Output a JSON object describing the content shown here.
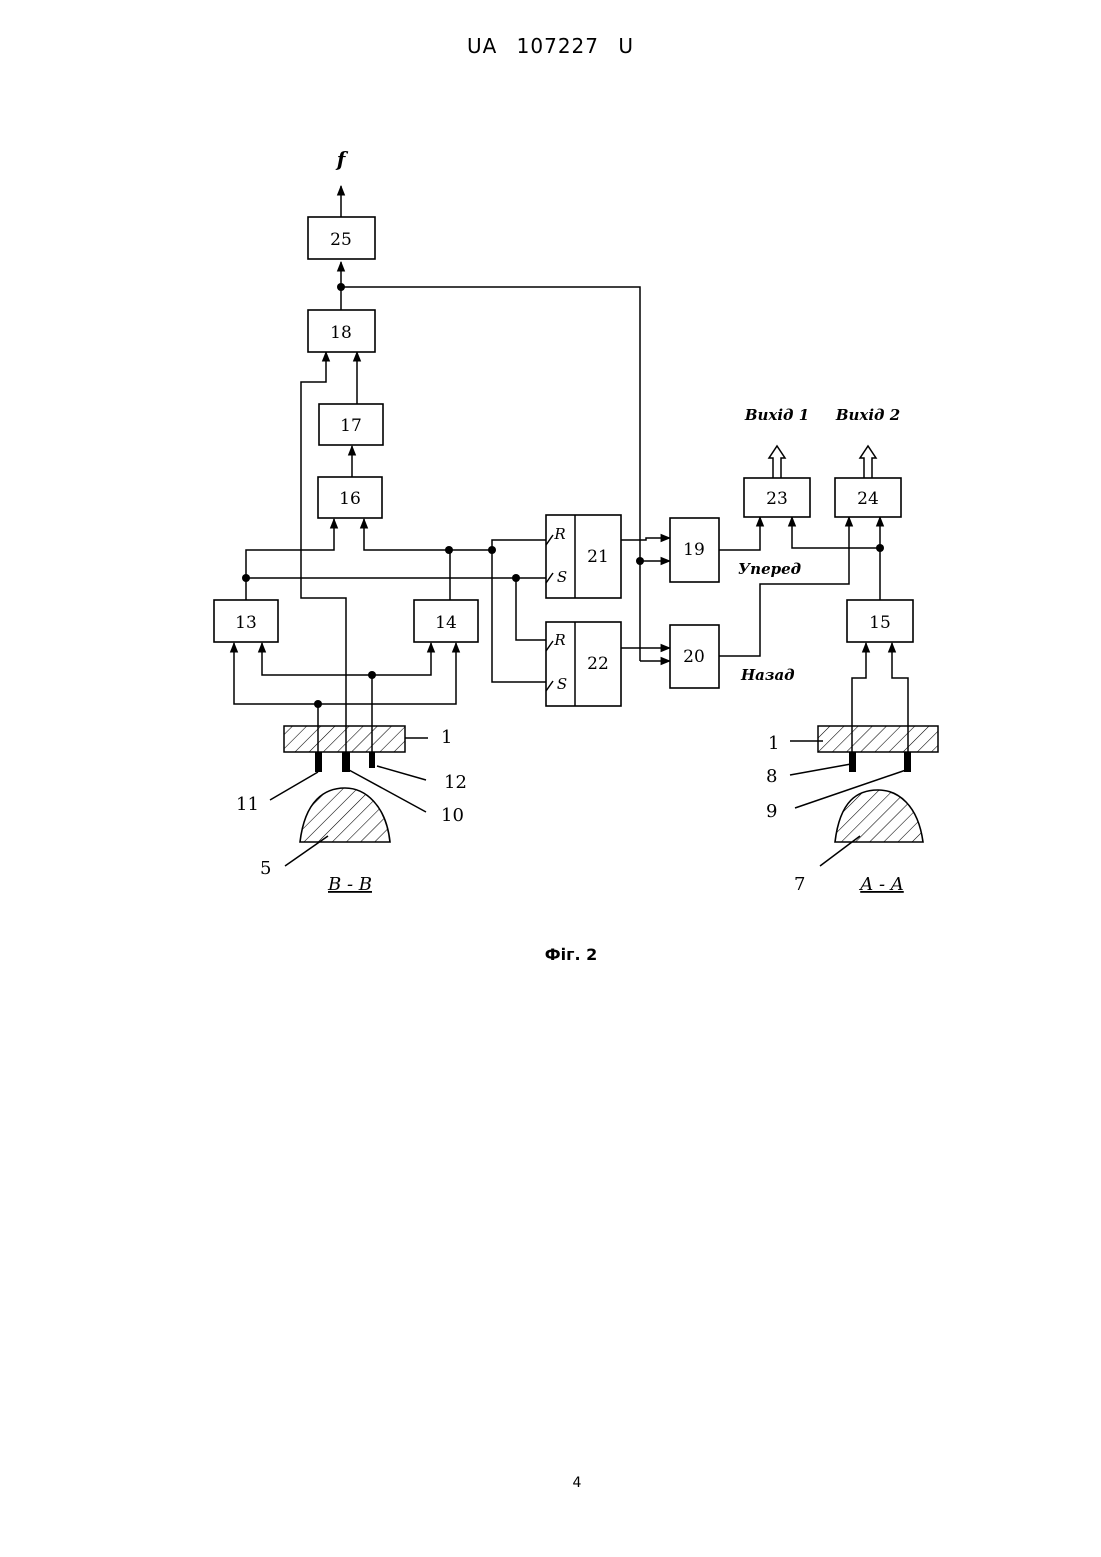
{
  "header": {
    "country": "UA",
    "number": "107227",
    "kind": "U"
  },
  "diagram": {
    "output_f": "f",
    "blocks": [
      "25",
      "18",
      "17",
      "16",
      "13",
      "14",
      "21",
      "22",
      "19",
      "20",
      "23",
      "24",
      "15"
    ],
    "flipflop_inputs": {
      "r": "R",
      "s": "S"
    },
    "signals": {
      "forward": "Уперед",
      "back": "Назад",
      "out1": "Вихід 1",
      "out2": "Вихід 2"
    },
    "refs_left": {
      "plate": "1",
      "s11": "11",
      "s10": "10",
      "s12": "12",
      "cam": "5"
    },
    "refs_right": {
      "plate": "1",
      "s8": "8",
      "s9": "9",
      "cam": "7"
    },
    "section_left": "B - B",
    "section_right": "A - A"
  },
  "caption": "Фіг. 2",
  "page_number": "4"
}
